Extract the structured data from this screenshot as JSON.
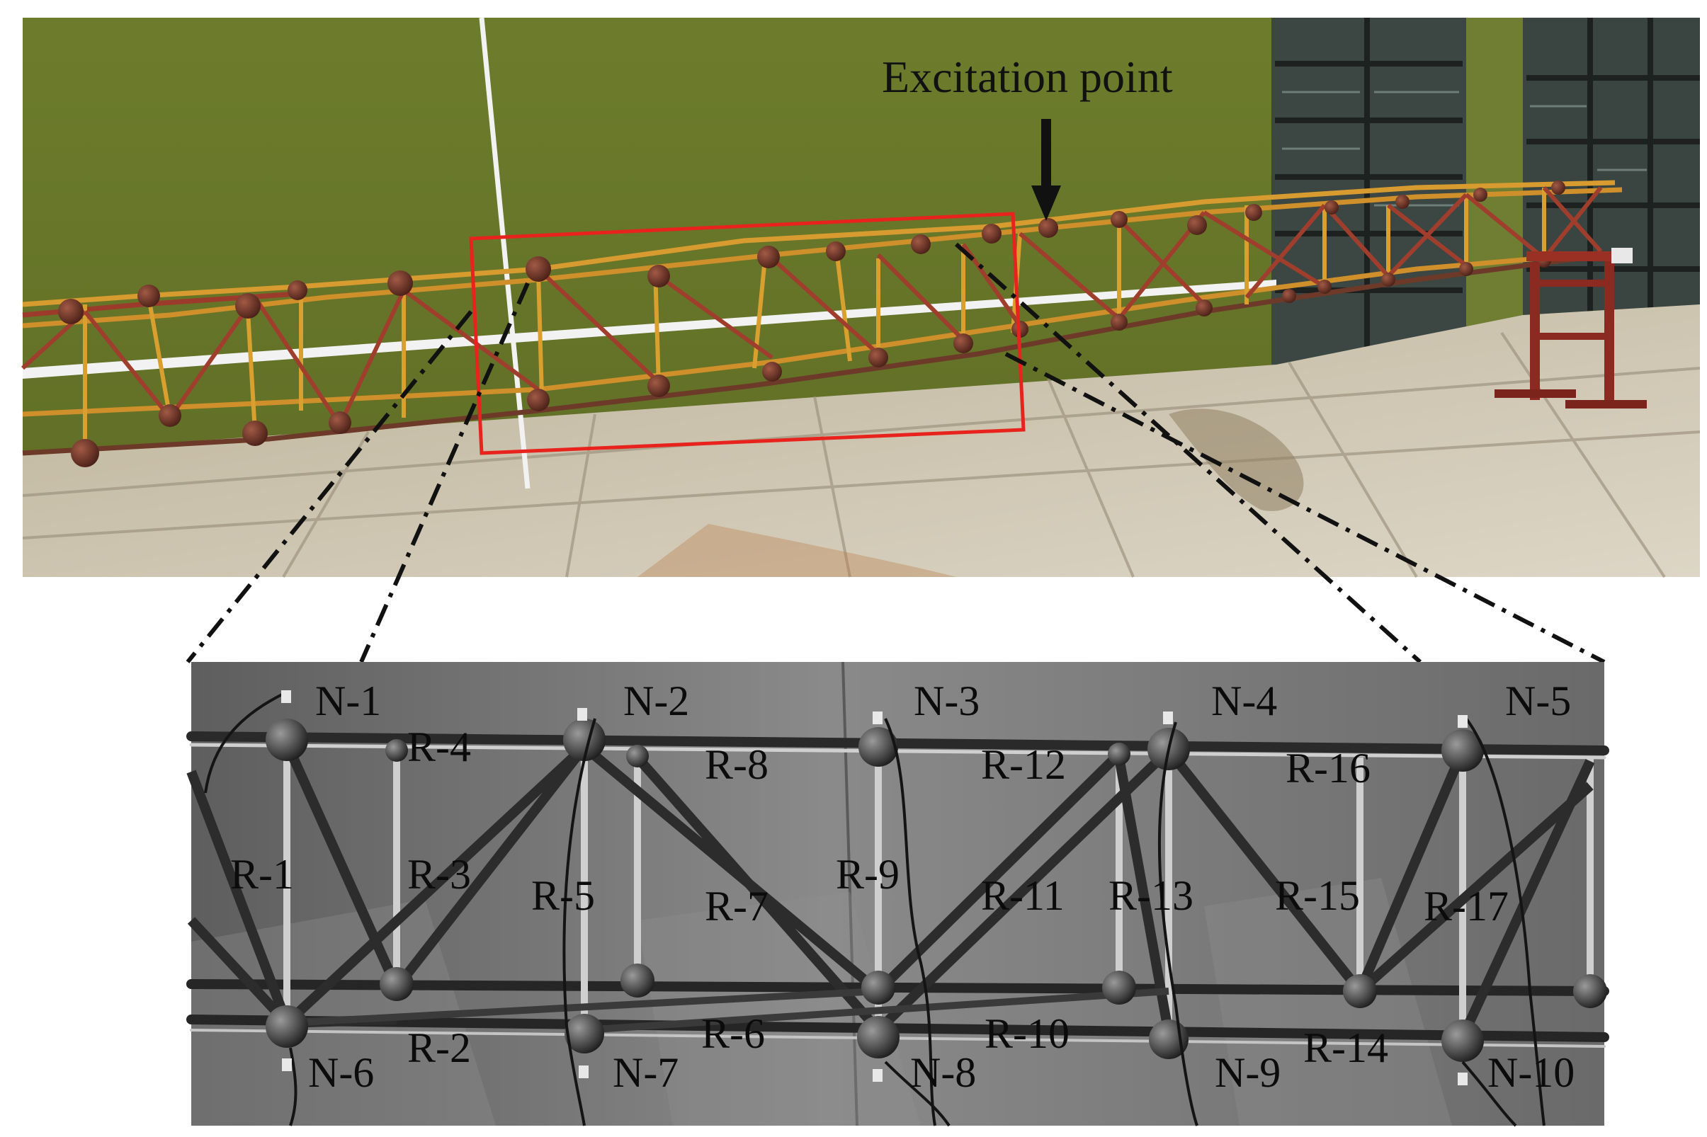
{
  "annotation": {
    "excitation_label": "Excitation point"
  },
  "node_labels": [
    "N-1",
    "N-2",
    "N-3",
    "N-4",
    "N-5",
    "N-6",
    "N-7",
    "N-8",
    "N-9",
    "N-10"
  ],
  "rod_labels": [
    "R-1",
    "R-2",
    "R-3",
    "R-4",
    "R-5",
    "R-6",
    "R-7",
    "R-8",
    "R-9",
    "R-10",
    "R-11",
    "R-12",
    "R-13",
    "R-14",
    "R-15",
    "R-16",
    "R-17"
  ],
  "colors": {
    "wall_green": "#6b7a2e",
    "floor_tile": "#cfc6b4",
    "truss_orange": "#d9a030",
    "truss_red": "#9c3b2c",
    "highlight_box": "#e8231e",
    "closeup_bg": "#7a7a7a"
  }
}
